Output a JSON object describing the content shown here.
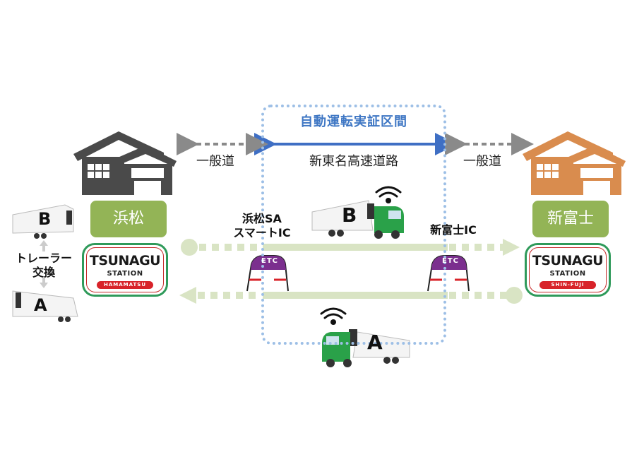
{
  "zone": {
    "title": "自動運転実証区間",
    "highway": "新東名高速道路"
  },
  "roads": {
    "left": "一般道",
    "right": "一般道"
  },
  "cities": {
    "left": "浜松",
    "right": "新富士"
  },
  "stations": {
    "left": {
      "logo": "TSUNAGU",
      "sub": "STATION",
      "name": "HAMAMATSU"
    },
    "right": {
      "logo": "TSUNAGU",
      "sub": "STATION",
      "name": "SHIN-FUJI"
    }
  },
  "interchanges": {
    "left": {
      "line1": "浜松SA",
      "line2": "スマートIC"
    },
    "right": {
      "line1": "新富士IC"
    }
  },
  "etc": {
    "label": "ETC"
  },
  "trucks": {
    "upper": "B",
    "lower": "A"
  },
  "trailers": {
    "top": "B",
    "bottom": "A"
  },
  "swap": {
    "line1": "トレーラー",
    "line2": "交換"
  },
  "colors": {
    "zone_border": "#9dbfe6",
    "zone_title": "#3f77c4",
    "highway_arrow": "#3f6fc4",
    "local_arrow": "#888888",
    "lane": "#d9e4c4",
    "city_box": "#93b456",
    "warehouse_left": "#4a4a4a",
    "warehouse_right": "#d98c4e",
    "etc_purple": "#7b2f8e",
    "etc_bar": "#d8232a",
    "truck_green": "#2aa149"
  }
}
